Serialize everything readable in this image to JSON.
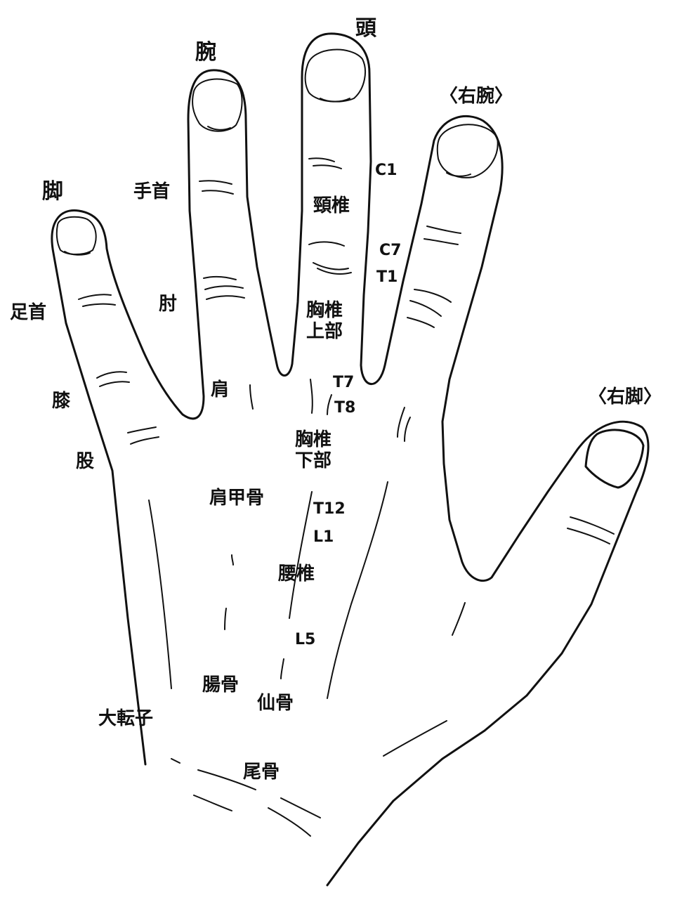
{
  "diagram": {
    "colors": {
      "line": "#111111",
      "text": "#111111",
      "background": "#ffffff"
    },
    "fingers": {
      "little": "脚",
      "ring": "腕",
      "middle": "頭",
      "index": "〈右腕〉",
      "thumb": "〈右脚〉"
    },
    "labels": {
      "ankle": "足首",
      "knee": "膝",
      "thigh": "股",
      "wrist": "手首",
      "elbow": "肘",
      "shoulder": "肩",
      "c1": "C1",
      "cervical": "頸椎",
      "c7": "C7",
      "t1": "T1",
      "thoracic_upper_1": "胸椎",
      "thoracic_upper_2": "上部",
      "t7": "T7",
      "t8": "T8",
      "thoracic_lower_1": "胸椎",
      "thoracic_lower_2": "下部",
      "scapula": "肩甲骨",
      "t12": "T12",
      "l1": "L1",
      "lumbar": "腰椎",
      "l5": "L5",
      "ilium": "腸骨",
      "sacrum": "仙骨",
      "trochanter": "大転子",
      "coccyx": "尾骨"
    }
  }
}
